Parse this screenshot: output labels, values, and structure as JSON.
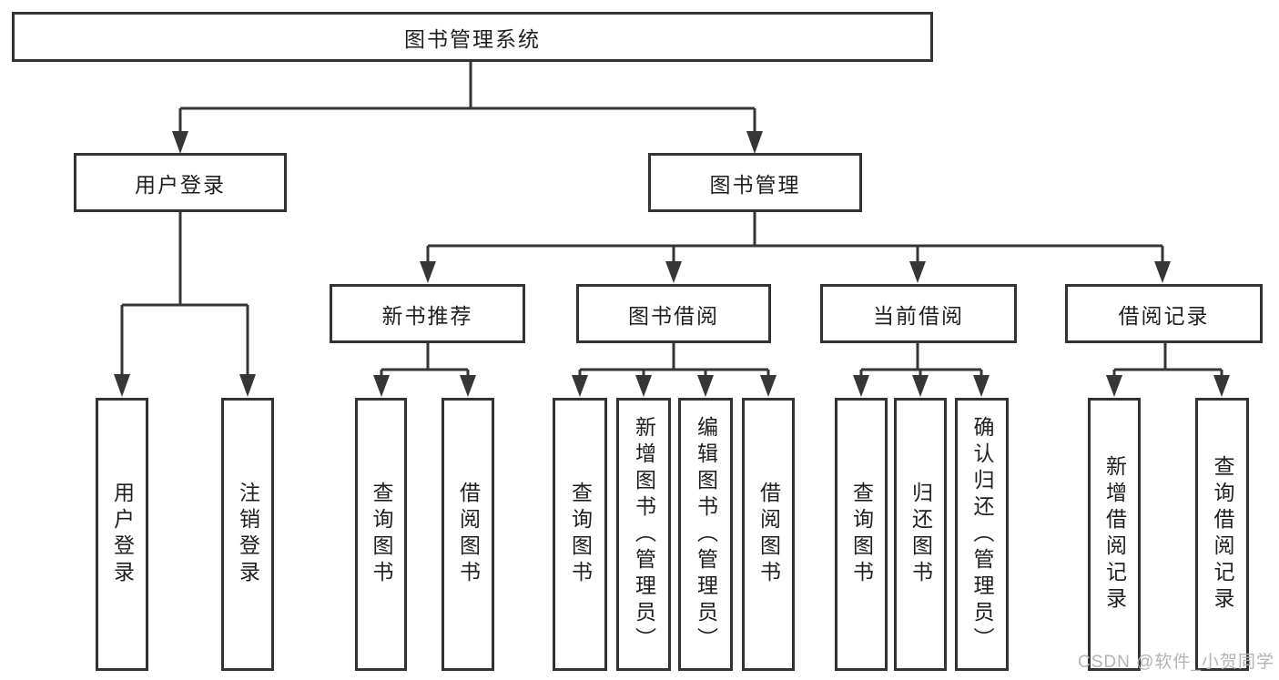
{
  "diagram": {
    "root": {
      "label": "图书管理系统"
    },
    "branches": [
      {
        "label": "用户登录",
        "children": [
          {
            "label": "用户登录"
          },
          {
            "label": "注销登录"
          }
        ]
      },
      {
        "label": "图书管理",
        "children": [
          {
            "label": "新书推荐",
            "children": [
              {
                "label": "查询图书"
              },
              {
                "label": "借阅图书"
              }
            ]
          },
          {
            "label": "图书借阅",
            "children": [
              {
                "label": "查询图书"
              },
              {
                "label": "新增图书（管理员）"
              },
              {
                "label": "编辑图书（管理员）"
              },
              {
                "label": "借阅图书"
              }
            ]
          },
          {
            "label": "当前借阅",
            "children": [
              {
                "label": "查询图书"
              },
              {
                "label": "归还图书"
              },
              {
                "label": "确认归还（管理员）"
              }
            ]
          },
          {
            "label": "借阅记录",
            "children": [
              {
                "label": "新增借阅记录"
              },
              {
                "label": "查询借阅记录"
              }
            ]
          }
        ]
      }
    ],
    "colors": {
      "line": "#363636",
      "box_border": "#333333",
      "text": "#1f1f1f",
      "background": "#ffffff"
    }
  },
  "watermark": {
    "text": "CSDN @软件_小贺同学",
    "color": "#b3b3b3"
  }
}
